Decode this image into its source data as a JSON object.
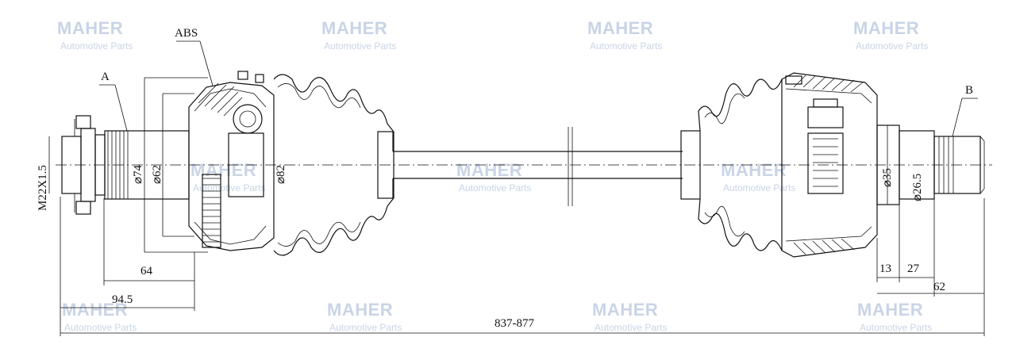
{
  "watermark": {
    "brand": "MAHER",
    "subtitle": "Automotive Parts"
  },
  "labels": {
    "abs": "ABS",
    "a": "A",
    "b": "B"
  },
  "dimensions": {
    "thread": "M22X1.5",
    "d74": "⌀74",
    "d62": "⌀62",
    "d82": "⌀82",
    "d35": "⌀35",
    "d26": "⌀26.5",
    "len64": "64",
    "len94": "94.5",
    "total": "837-877",
    "len13": "13",
    "len27": "27",
    "len62": "62"
  },
  "colors": {
    "line": "#111111",
    "watermark": "#c9d4e6",
    "background": "#ffffff"
  }
}
